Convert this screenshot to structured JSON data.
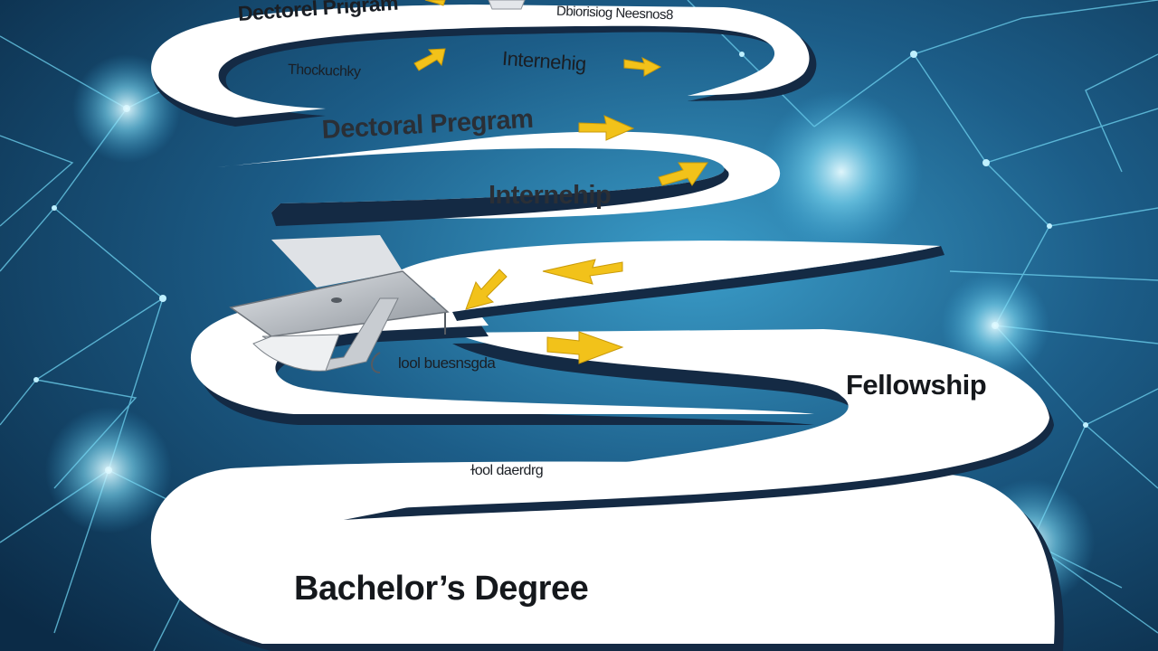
{
  "labels": {
    "doctoral_top": "Dectorel Prigram",
    "top_right": "Dbiorisiog Neesnos8",
    "small_1": "Thockuchky",
    "internship_1": "Internehig",
    "doctoral_mid": "Dectoral Pregram",
    "internship_2": "Internehip",
    "small_2": "lool buesnsgda",
    "fellowship": "Fellowship",
    "small_3": "ɫool daerdrg",
    "bachelor": "Bachelor’s Degree"
  },
  "colors": {
    "background": "#0d3554",
    "network": "#6fd3f0",
    "road": "#ffffff",
    "road_edge": "#142a44",
    "arrow": "#f2c21a",
    "cap": "#b9bdc2"
  },
  "icons": [
    "graduation-cap-icon",
    "arrow-icon"
  ]
}
